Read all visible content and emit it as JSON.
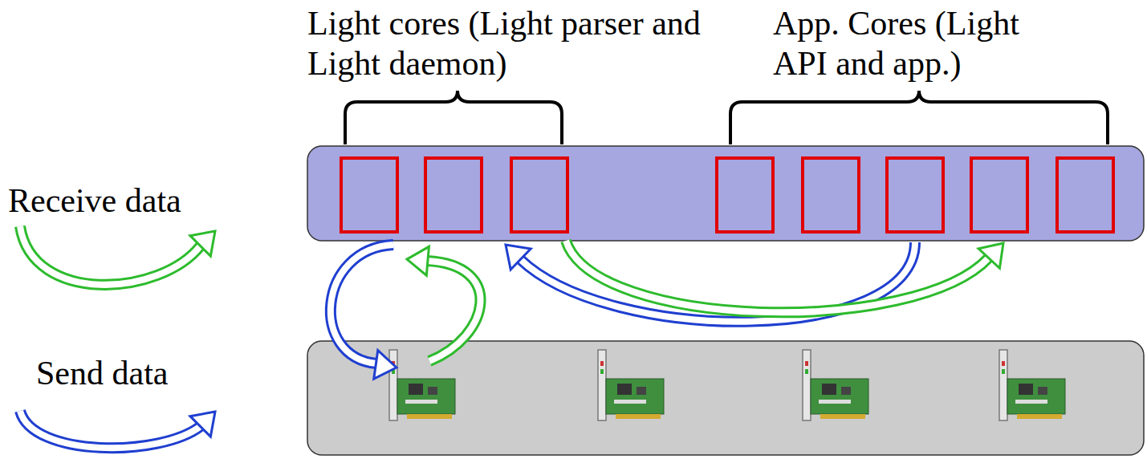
{
  "diagram": {
    "labels": [
      "Light cores (Light parser and Light daemon)",
      "App. Cores (Light API and app.)"
    ],
    "legend": [
      {
        "text": "Receive data"
      },
      {
        "text": "Send data"
      }
    ]
  }
}
